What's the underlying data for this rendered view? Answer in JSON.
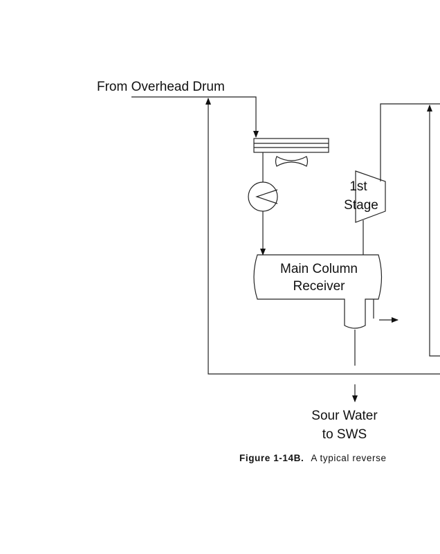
{
  "labels": {
    "source": "From Overhead Drum",
    "compressor_line1": "1st",
    "compressor_line2": "Stage",
    "receiver_line1": "Main Column",
    "receiver_line2": "Receiver",
    "outlet_line1": "Sour Water",
    "outlet_line2": "to SWS"
  },
  "caption": {
    "number": "Figure 1-14B.",
    "text": "A typical reverse"
  }
}
